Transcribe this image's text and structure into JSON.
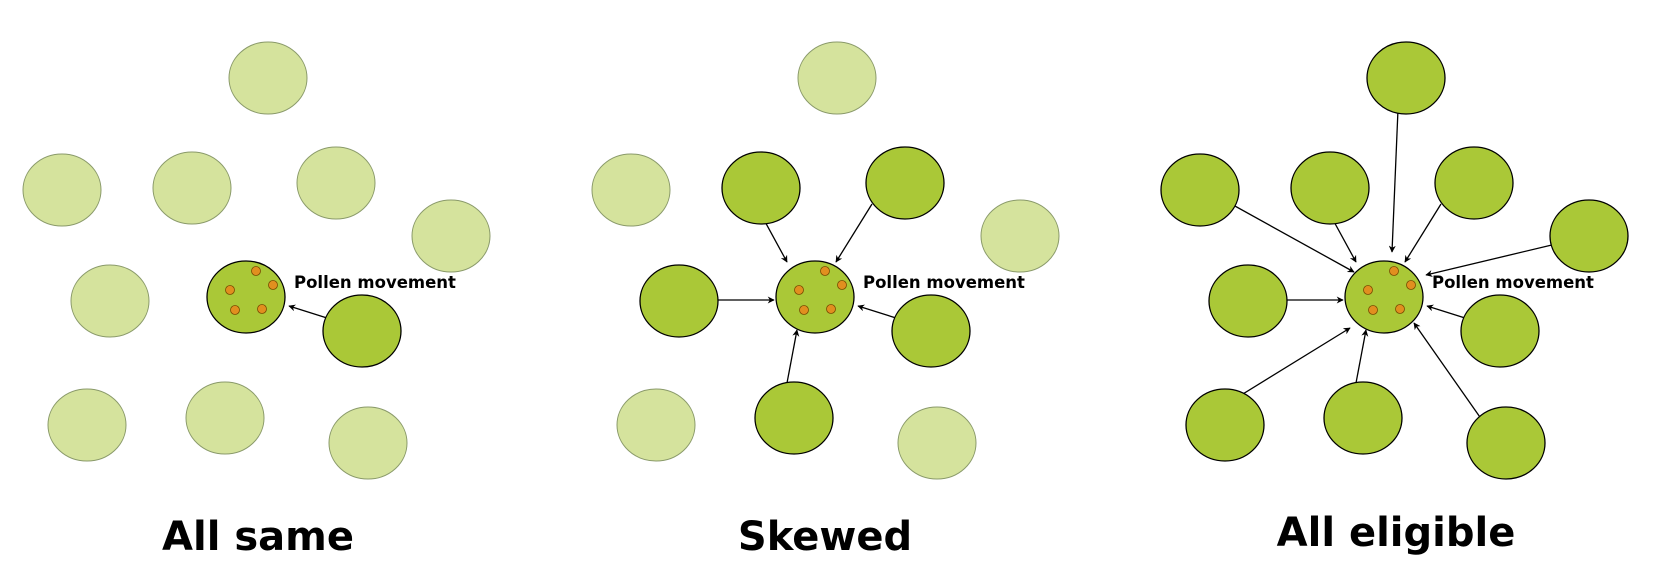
{
  "colors": {
    "background": "#ffffff",
    "ineligible_fill": "#d5e39d",
    "ineligible_stroke": "#8a9a6a",
    "eligible_fill": "#aac837",
    "eligible_stroke": "#000000",
    "pollen_fill": "#e18f1f",
    "pollen_stroke": "#7a4a00",
    "arrow": "#000000"
  },
  "panels": [
    {
      "title": "All same",
      "pollen_label": "Pollen movement",
      "plants": [
        {
          "eligible": false
        },
        {
          "eligible": false
        },
        {
          "eligible": false
        },
        {
          "eligible": false
        },
        {
          "eligible": false
        },
        {
          "eligible": false
        },
        {
          "eligible": true
        },
        {
          "eligible": false
        },
        {
          "eligible": false
        },
        {
          "eligible": false
        }
      ]
    },
    {
      "title": "Skewed",
      "pollen_label": "Pollen movement",
      "plants": [
        {
          "eligible": false
        },
        {
          "eligible": false
        },
        {
          "eligible": true
        },
        {
          "eligible": true
        },
        {
          "eligible": false
        },
        {
          "eligible": true
        },
        {
          "eligible": true
        },
        {
          "eligible": false
        },
        {
          "eligible": true
        },
        {
          "eligible": false
        }
      ]
    },
    {
      "title": "All eligible",
      "pollen_label": "Pollen movement",
      "plants": [
        {
          "eligible": true
        },
        {
          "eligible": true
        },
        {
          "eligible": true
        },
        {
          "eligible": true
        },
        {
          "eligible": true
        },
        {
          "eligible": true
        },
        {
          "eligible": true
        },
        {
          "eligible": true
        },
        {
          "eligible": true
        },
        {
          "eligible": true
        }
      ]
    }
  ]
}
